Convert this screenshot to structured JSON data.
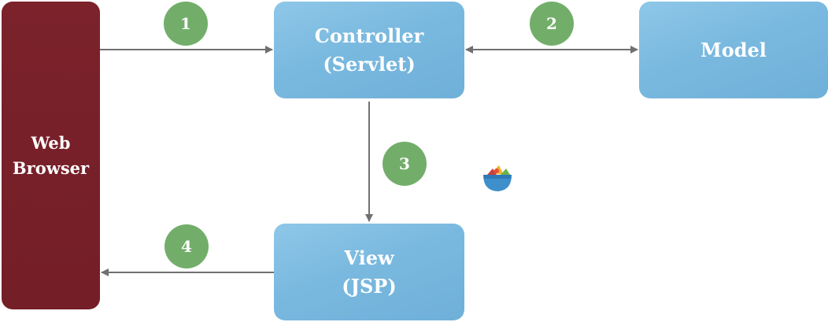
{
  "web_browser": {
    "line1": "Web",
    "line2": "Browser"
  },
  "controller": {
    "line1": "Controller",
    "line2": "(Servlet)"
  },
  "model": {
    "label": "Model"
  },
  "view": {
    "line1": "View",
    "line2": "(JSP)"
  },
  "steps": [
    "1",
    "2",
    "3",
    "4"
  ],
  "colors": {
    "browser": "#7b222b",
    "component": "#7ab9df",
    "step_badge": "#72ae6a",
    "arrow": "#707070",
    "text": "#ffffff"
  },
  "icons": {
    "logo": "fruit-bowl-icon"
  }
}
